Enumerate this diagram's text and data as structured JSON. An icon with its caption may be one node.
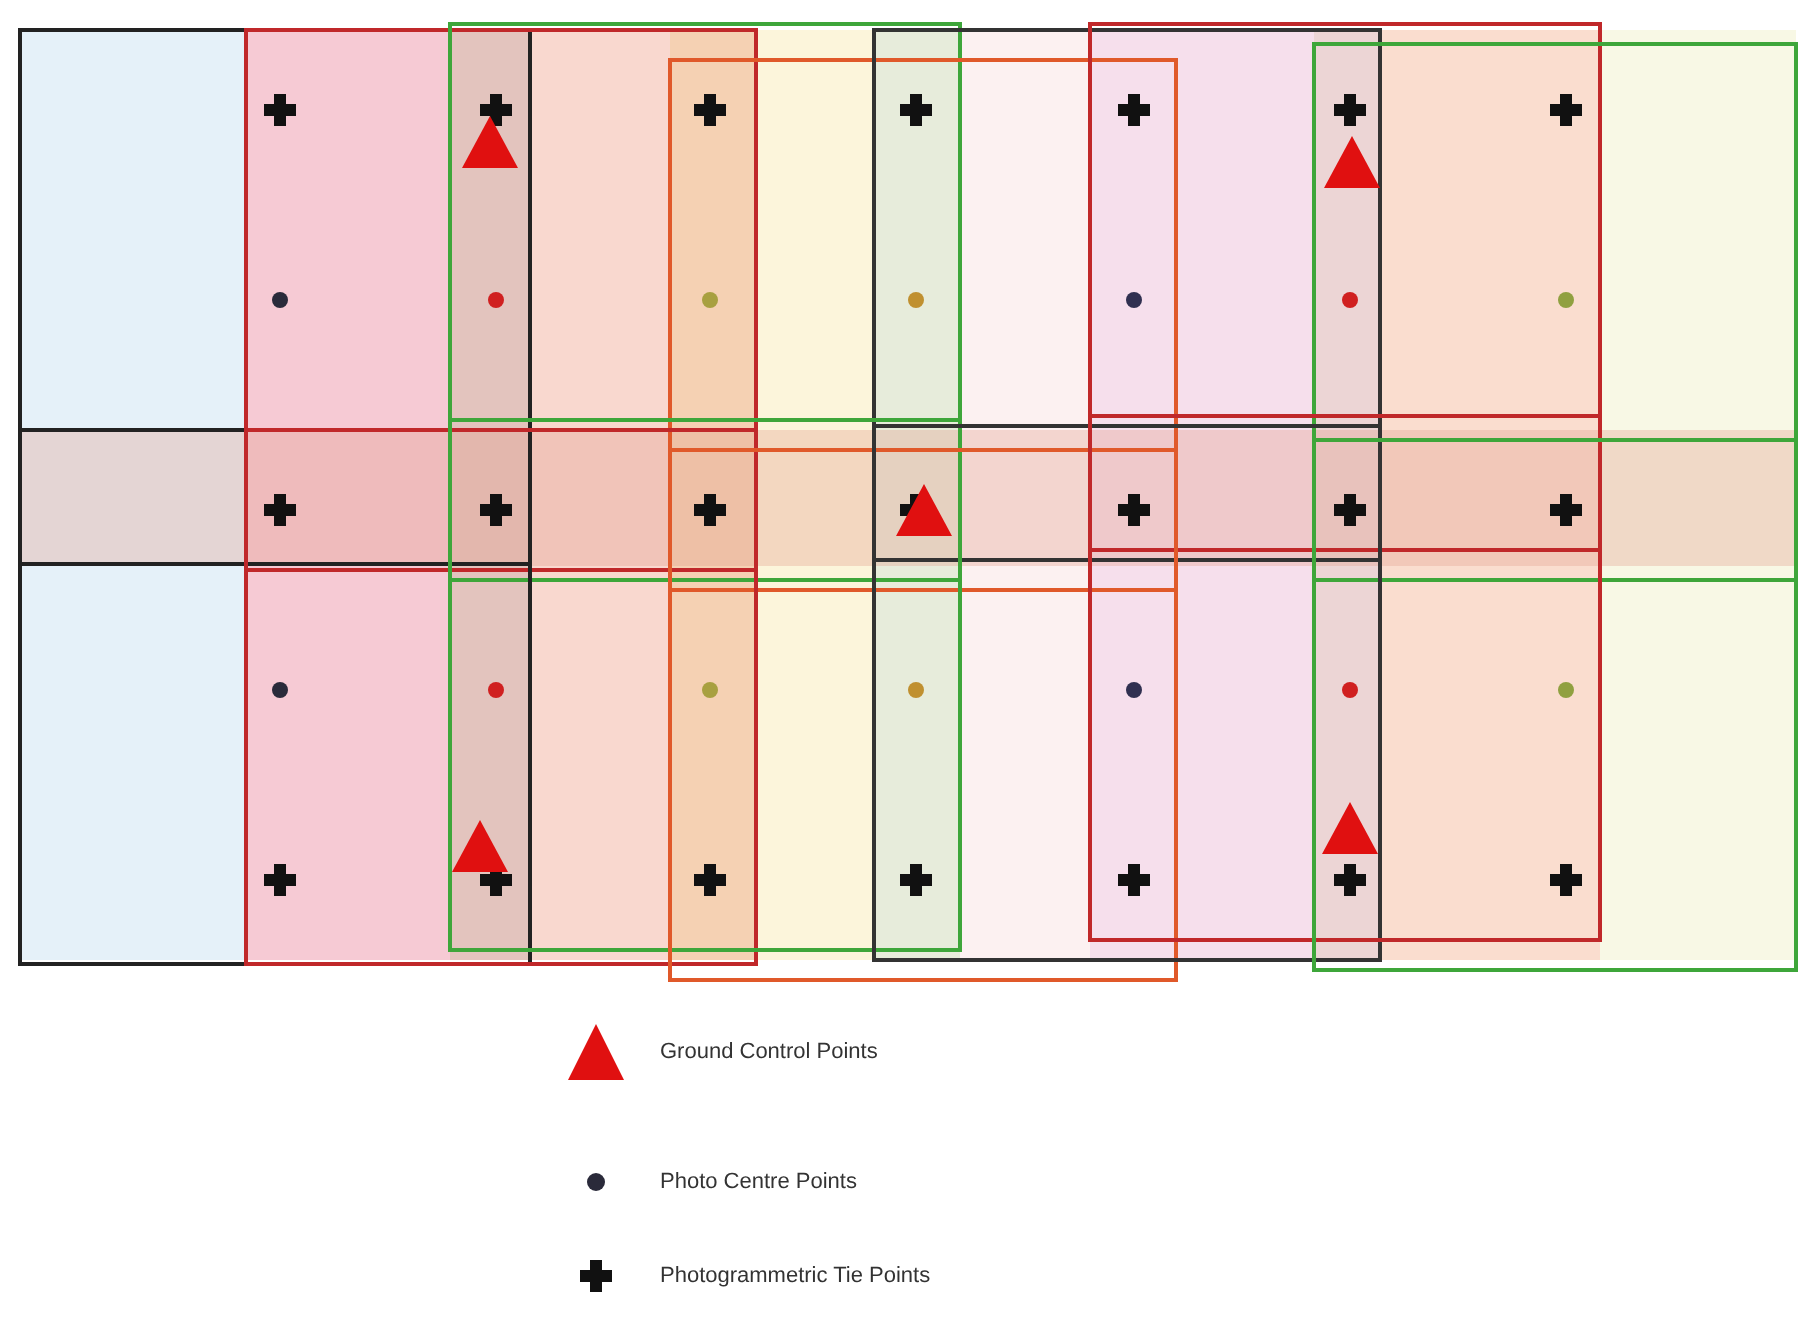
{
  "diagram": {
    "legend": [
      {
        "text": "Ground Control Points"
      },
      {
        "text": "Photo Centre Points"
      },
      {
        "text": "Photogrammetric Tie Points"
      }
    ]
  }
}
